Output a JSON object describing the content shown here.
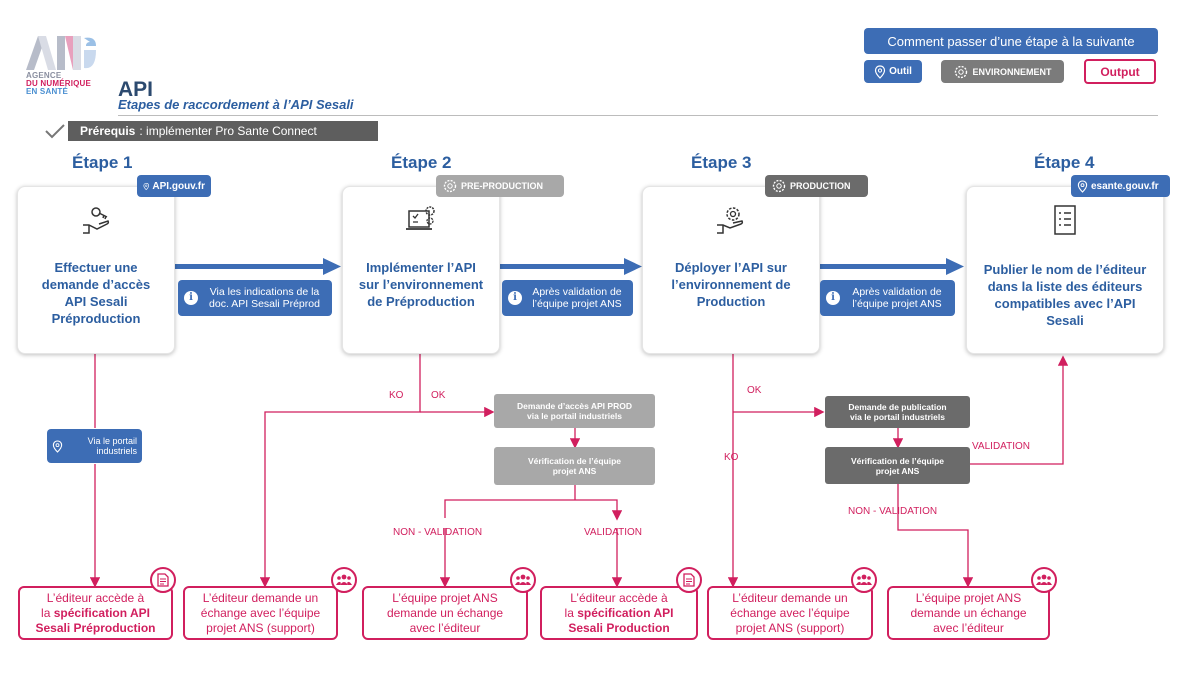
{
  "header": {
    "org_line1": "AGENCE",
    "org_line2": "DU NUMÉRIQUE",
    "org_line3": "EN SANTÉ",
    "title": "API",
    "subtitle": "Etapes de raccordement à l’API Sesali"
  },
  "legend": {
    "title": "Comment passer d’une étape à la suivante",
    "outil": "Outil",
    "environnement": "ENVIRONNEMENT",
    "output": "Output"
  },
  "prereq": {
    "label": "Prérequis",
    "text": ": implémenter Pro Sante Connect"
  },
  "steps": [
    {
      "title": "Étape 1",
      "tag": "API.gouv.fr",
      "line1": "Effectuer une",
      "line2": "demande d’accès",
      "line3": "API Sesali",
      "line4": "Préproduction",
      "icon": "hand-key-icon"
    },
    {
      "title": "Étape 2",
      "tag": "PRE-PRODUCTION",
      "line1": "Implémenter l’API",
      "line2": "sur l’environnement",
      "line3": "de Préproduction",
      "icon": "laptop-gear-icon"
    },
    {
      "title": "Étape 3",
      "tag": "PRODUCTION",
      "line1": "Déployer l’API sur",
      "line2": "l’environnement de",
      "line3": "Production",
      "icon": "hand-gear-icon"
    },
    {
      "title": "Étape 4",
      "tag": "esante.gouv.fr",
      "line1": "Publier le nom de l’éditeur",
      "line2": "dans la liste des éditeurs",
      "line3": "compatibles avec l’API",
      "line4": "Sesali",
      "icon": "checklist-icon"
    }
  ],
  "transitions": [
    {
      "line1": "Via les indications de la",
      "line2": "doc. API Sesali Préprod"
    },
    {
      "line1": "Après validation de",
      "line2": "l’équipe projet ANS"
    },
    {
      "line1": "Après validation de",
      "line2": "l’équipe projet ANS"
    }
  ],
  "portal": {
    "line1": "Via le portail",
    "line2": "industriels"
  },
  "flow": {
    "ko": "KO",
    "ok": "OK",
    "ok3": "OK",
    "ko3": "KO",
    "prod_request_1": "Demande d’accès API PROD",
    "prod_request_2": "via le portail industriels",
    "verif2_1": "Vérification de l’équipe",
    "verif2_2": "projet ANS",
    "non_validation": "NON - VALIDATION",
    "validation": "VALIDATION",
    "pub_request_1": "Demande de publication",
    "pub_request_2": "via le portail industriels",
    "verif3_1": "Vérification de l’équipe",
    "verif3_2": "projet ANS",
    "validation3": "VALIDATION",
    "non_validation3": "NON - VALIDATION"
  },
  "outputs": [
    {
      "l1": "L’éditeur accède à",
      "l2a": "la ",
      "l2b": "spécification API",
      "l3": "Sesali Préproduction",
      "badge": "document-icon"
    },
    {
      "l1": "L’éditeur demande un",
      "l2": "échange avec l’équipe",
      "l3": "projet ANS (support)",
      "badge": "people-icon"
    },
    {
      "l1": "L’équipe projet ANS",
      "l2": "demande un échange",
      "l3": "avec l’éditeur",
      "badge": "people-icon"
    },
    {
      "l1": "L’éditeur accède à",
      "l2a": "la ",
      "l2b": "spécification API",
      "l3": "Sesali Production",
      "badge": "document-icon"
    },
    {
      "l1": "L’éditeur demande un",
      "l2": "échange avec l’équipe",
      "l3": "projet ANS (support)",
      "badge": "people-icon"
    },
    {
      "l1": "L’équipe projet ANS",
      "l2": "demande un échange",
      "l3": "avec l’éditeur",
      "badge": "people-icon"
    }
  ],
  "colors": {
    "blue": "#3d6db5",
    "title_blue": "#2c5ea0",
    "magenta": "#d11f5e",
    "grey_light": "#a8a8a8",
    "grey_dark": "#6b6b6b"
  }
}
